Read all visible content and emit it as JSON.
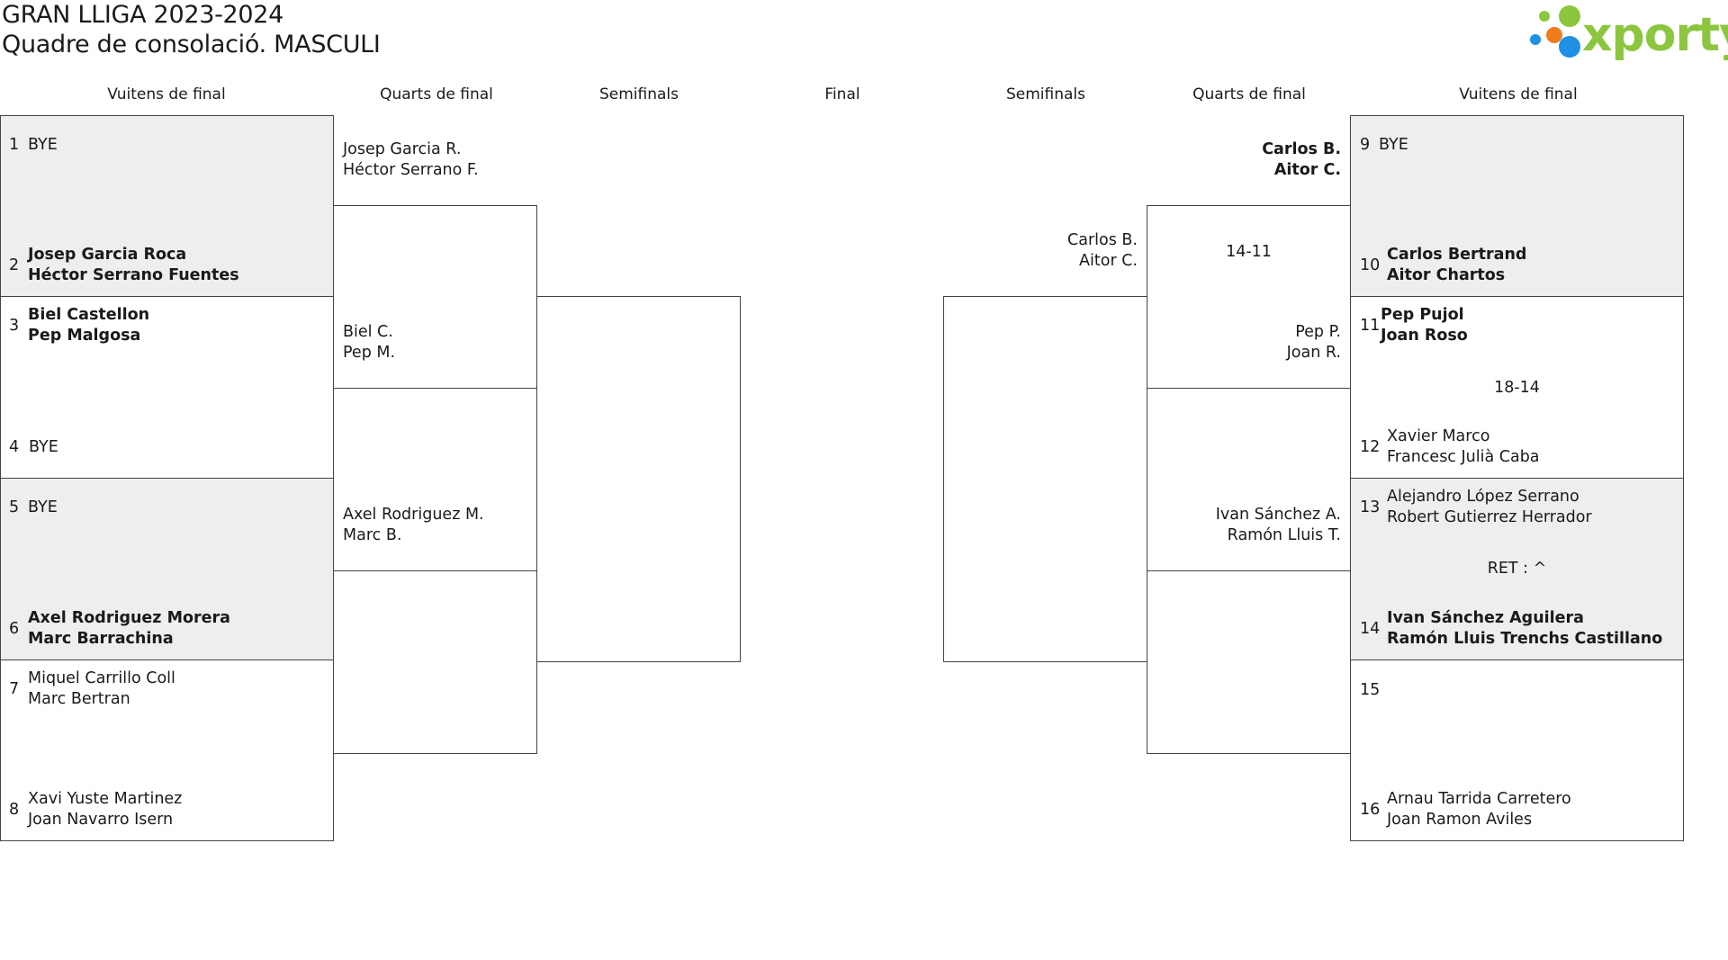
{
  "title": {
    "line1": "GRAN LLIGA 2023-2024",
    "line2": "Quadre de consolació. MASCULI"
  },
  "logo": {
    "text": "xporty",
    "brand_color": "#8cc63f",
    "dot_colors": [
      "#8cc63f",
      "#1e90e6",
      "#f07c1c"
    ]
  },
  "rounds": {
    "left": [
      "Vuitens de final",
      "Quarts de final",
      "Semifinals"
    ],
    "final": "Final",
    "right": [
      "Semifinals",
      "Quarts de final",
      "Vuitens de final"
    ]
  },
  "round_of_16": {
    "left": [
      {
        "seed": "1",
        "p1": "BYE",
        "p2": ""
      },
      {
        "seed": "2",
        "p1": "Josep Garcia Roca",
        "p2": "Héctor Serrano Fuentes"
      },
      {
        "seed": "3",
        "p1": "Biel Castellon",
        "p2": "Pep Malgosa"
      },
      {
        "seed": "4",
        "p1": "BYE",
        "p2": ""
      },
      {
        "seed": "5",
        "p1": "BYE",
        "p2": ""
      },
      {
        "seed": "6",
        "p1": "Axel Rodriguez Morera",
        "p2": "Marc Barrachina"
      },
      {
        "seed": "7",
        "p1": "Miquel Carrillo Coll",
        "p2": "Marc Bertran"
      },
      {
        "seed": "8",
        "p1": "Xavi Yuste Martinez",
        "p2": "Joan Navarro Isern"
      }
    ],
    "right": [
      {
        "seed": "9",
        "p1": "BYE",
        "p2": ""
      },
      {
        "seed": "10",
        "p1": "Carlos Bertrand",
        "p2": "Aitor Chartos"
      },
      {
        "seed": "11",
        "p1": "Pep Pujol",
        "p2": "Joan Roso"
      },
      {
        "seed": "12",
        "p1": "Xavier Marco",
        "p2": "Francesc Julià Caba"
      },
      {
        "seed": "13",
        "p1": "Alejandro López Serrano",
        "p2": "Robert Gutierrez Herrador"
      },
      {
        "seed": "14",
        "p1": "Ivan Sánchez Aguilera",
        "p2": "Ramón Lluis Trenchs Castillano"
      },
      {
        "seed": "15",
        "p1": "",
        "p2": ""
      },
      {
        "seed": "16",
        "p1": "Arnau Tarrida Carretero",
        "p2": "Joan Ramon Aviles"
      }
    ],
    "right_scores": [
      "18-14",
      "RET : ^"
    ]
  },
  "quarterfinals": {
    "left": [
      {
        "p1": "Josep Garcia R.",
        "p2": "Héctor Serrano F."
      },
      {
        "p1": "Biel C.",
        "p2": "Pep M."
      },
      {
        "p1": "Axel Rodriguez M.",
        "p2": "Marc B."
      },
      {
        "p1": "",
        "p2": ""
      }
    ],
    "right": [
      {
        "p1": "Carlos B.",
        "p2": "Aitor C."
      },
      {
        "p1": "Pep P.",
        "p2": "Joan R."
      },
      {
        "p1": "Ivan Sánchez A.",
        "p2": "Ramón Lluis T."
      },
      {
        "p1": "",
        "p2": ""
      }
    ],
    "right_scores": [
      "14-11"
    ]
  },
  "semifinals": {
    "left": [
      {
        "p1": "",
        "p2": ""
      },
      {
        "p1": "",
        "p2": ""
      }
    ],
    "right": [
      {
        "p1": "Carlos B.",
        "p2": "Aitor C."
      },
      {
        "p1": "",
        "p2": ""
      }
    ]
  }
}
